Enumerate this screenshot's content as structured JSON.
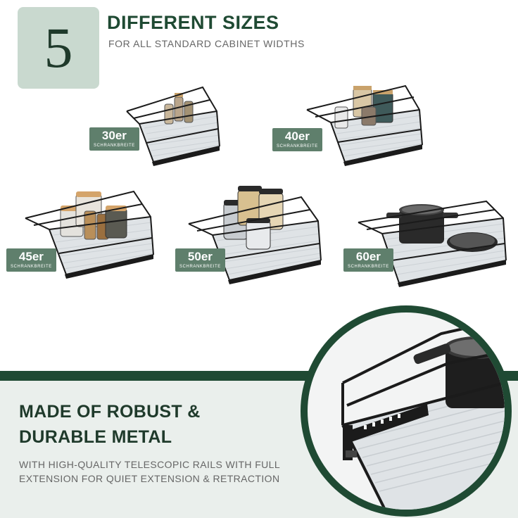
{
  "header": {
    "badge_number": "5",
    "title": "DIFFERENT SIZES",
    "subtitle": "FOR ALL STANDARD CABINET WIDTHS"
  },
  "products": [
    {
      "size": "30er",
      "cabinet": "SCHRANKBREITE"
    },
    {
      "size": "40er",
      "cabinet": "SCHRANKBREITE"
    },
    {
      "size": "45er",
      "cabinet": "SCHRANKBREITE"
    },
    {
      "size": "50er",
      "cabinet": "SCHRANKBREITE"
    },
    {
      "size": "60er",
      "cabinet": "SCHRANKBREITE"
    }
  ],
  "material": {
    "title_line1": "MADE OF ROBUST &",
    "title_line2": "DURABLE METAL",
    "subtitle": "WITH HIGH-QUALITY TELESCOPIC RAILS WITH FULL EXTENSION FOR QUIET EXTENSION & RETRACTION"
  },
  "colors": {
    "dark_green": "#1f4a33",
    "sage": "#5f7f6c",
    "badge_bg": "#c9d9cf",
    "band_bg": "#eaefec"
  }
}
